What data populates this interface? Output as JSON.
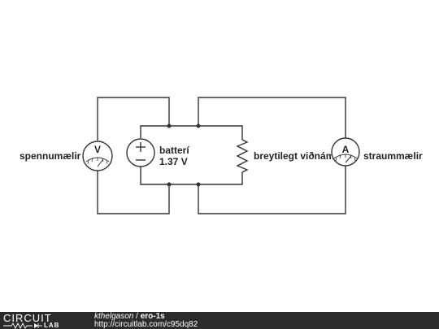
{
  "circuit": {
    "voltmeter": {
      "label": "spennumælir",
      "symbol": "V"
    },
    "battery": {
      "label": "batterí",
      "value": "1.37 V"
    },
    "resistor": {
      "label": "breytilegt viðnám"
    },
    "ammeter": {
      "label": "straummælir",
      "symbol": "A"
    }
  },
  "footer": {
    "logo_top": "CIRCUIT",
    "logo_bottom": "LAB",
    "author": "kthelgason",
    "separator": " / ",
    "title": "ero-1s",
    "url": "http://circuitlab.com/c95dq82"
  },
  "colors": {
    "wire": "#333333",
    "footer_bg": "#2b2b2b",
    "text": "#222222"
  }
}
